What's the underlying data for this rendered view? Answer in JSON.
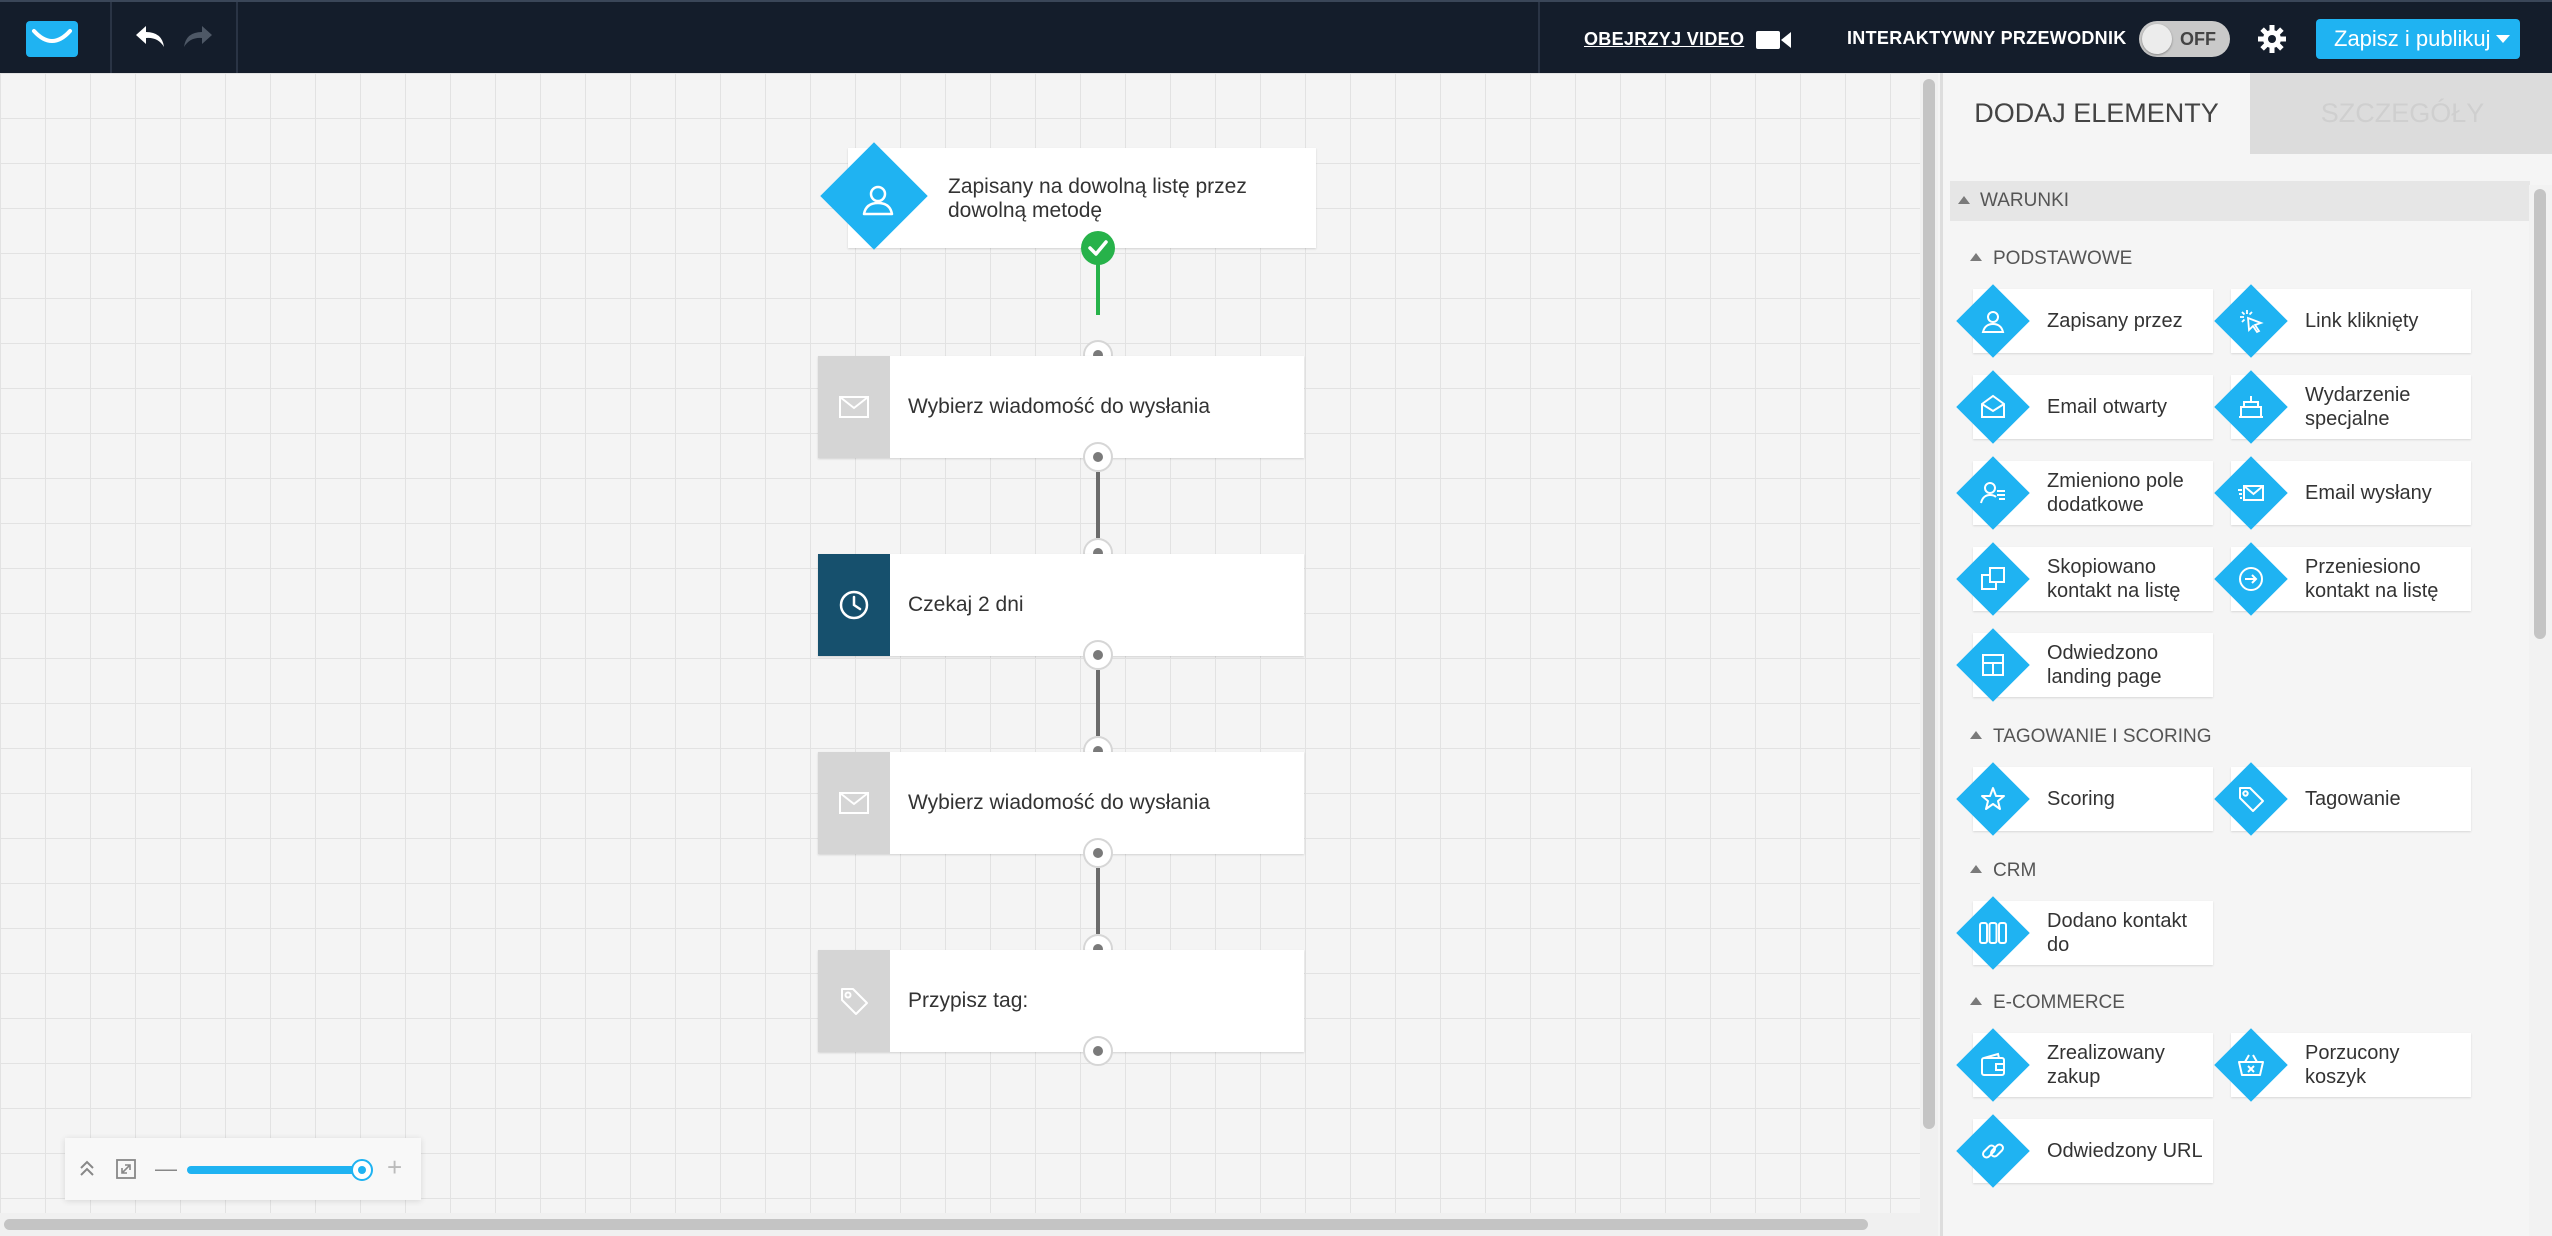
{
  "topbar": {
    "video_label": "OBEJRZYJ VIDEO",
    "guide_label": "INTERAKTYWNY PRZEWODNIK",
    "toggle_state": "OFF",
    "publish_label": "Zapisz i publikuj"
  },
  "workflow": {
    "start": {
      "label": "Zapisany na dowolną listę przez dowolną metodę"
    },
    "nodes": [
      {
        "label": "Wybierz wiadomość do wysłania",
        "icon": "envelope-icon"
      },
      {
        "label": "Czekaj 2 dni",
        "icon": "clock-icon"
      },
      {
        "label": "Wybierz wiadomość do wysłania",
        "icon": "envelope-icon"
      },
      {
        "label": "Przypisz tag:",
        "icon": "tag-icon"
      }
    ]
  },
  "zoom": {
    "minus": "—",
    "plus": "+",
    "level": 0.9
  },
  "panel": {
    "tabs": [
      "DODAJ ELEMENTY",
      "SZCZEGÓŁY"
    ],
    "section": "WARUNKI",
    "groups": [
      {
        "title": "PODSTAWOWE",
        "items": [
          {
            "label": "Zapisany przez",
            "icon": "user-icon"
          },
          {
            "label": "Link kliknięty",
            "icon": "cursor-click-icon"
          },
          {
            "label": "Email otwarty",
            "icon": "envelope-open-icon"
          },
          {
            "label": "Wydarzenie specjalne",
            "icon": "cake-icon"
          },
          {
            "label": "Zmieniono pole dodatkowe",
            "icon": "user-edit-icon"
          },
          {
            "label": "Email wysłany",
            "icon": "envelope-send-icon"
          },
          {
            "label": "Skopiowano kontakt na listę",
            "icon": "copy-icon"
          },
          {
            "label": "Przeniesiono kontakt na listę",
            "icon": "move-icon"
          },
          {
            "label": "Odwiedzono landing page",
            "icon": "layout-icon"
          }
        ]
      },
      {
        "title": "TAGOWANIE I SCORING",
        "items": [
          {
            "label": "Scoring",
            "icon": "star-icon"
          },
          {
            "label": "Tagowanie",
            "icon": "tag-icon"
          }
        ]
      },
      {
        "title": "CRM",
        "items": [
          {
            "label": "Dodano kontakt do",
            "icon": "pipeline-icon"
          }
        ]
      },
      {
        "title": "E-COMMERCE",
        "items": [
          {
            "label": "Zrealizowany zakup",
            "icon": "wallet-icon"
          },
          {
            "label": "Porzucony koszyk",
            "icon": "basket-icon"
          },
          {
            "label": "Odwiedzony URL",
            "icon": "link-icon"
          }
        ]
      }
    ]
  },
  "colors": {
    "accent": "#1fb3f2",
    "topbar": "#141d2b",
    "success": "#27b24a",
    "wait_node": "#16506d"
  }
}
